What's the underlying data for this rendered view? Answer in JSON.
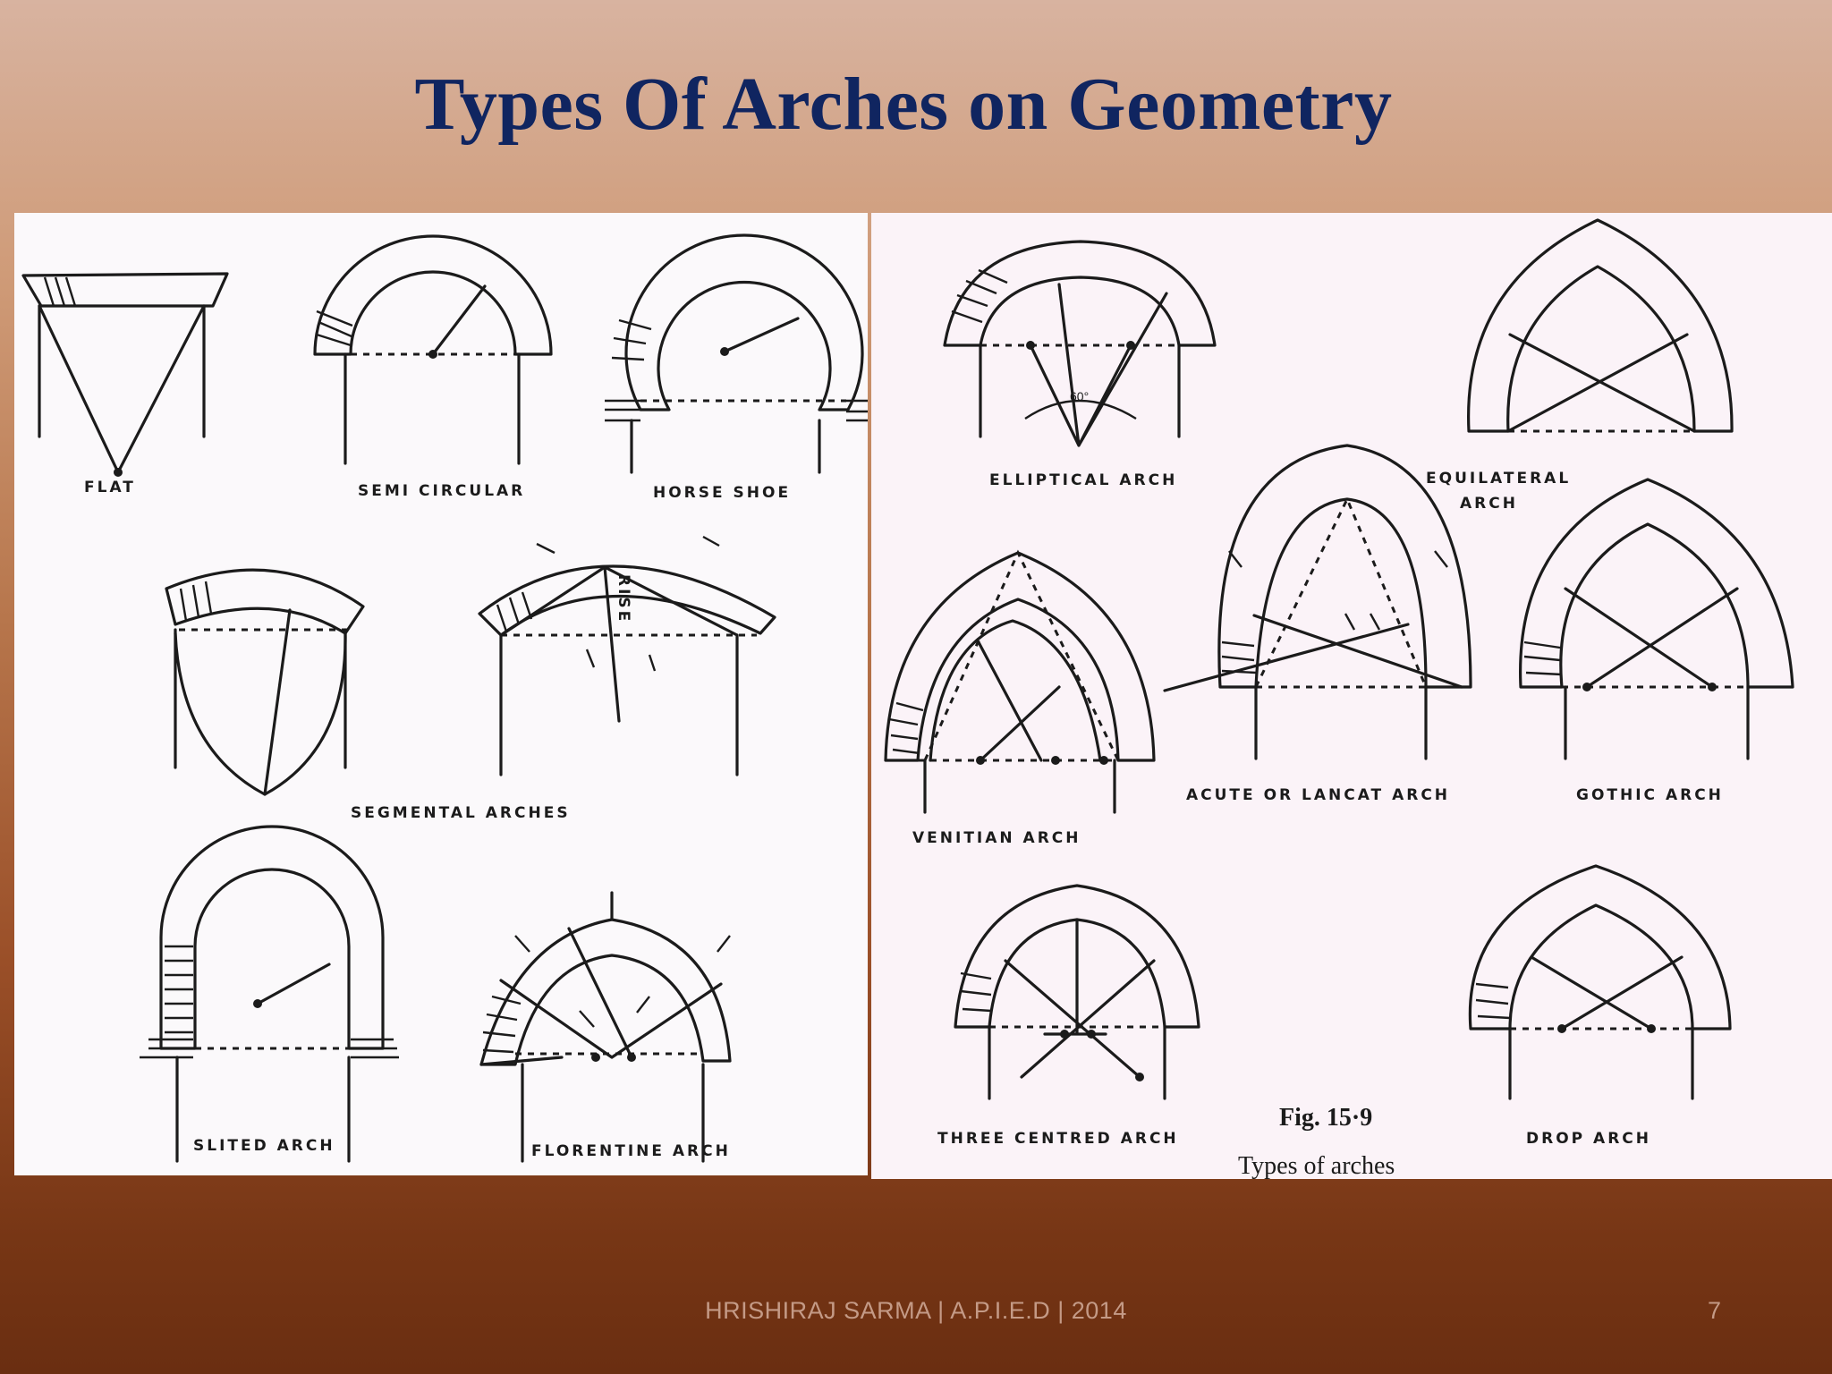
{
  "slide": {
    "title": "Types Of Arches on Geometry",
    "footer": "HRISHIRAJ SARMA | A.P.I.E.D | 2014",
    "page_number": "7"
  },
  "left_figure": {
    "labels": {
      "flat": "FLAT",
      "semicircular": "SEMI CIRCULAR",
      "horseshoe": "HORSE SHOE",
      "segmental": "SEGMENTAL ARCHES",
      "rise": "RISE",
      "stilted": "SLITED ARCH",
      "florentine": "FLORENTINE ARCH"
    }
  },
  "right_figure": {
    "labels": {
      "elliptical": "ELLIPTICAL ARCH",
      "equilateral_1": "EQUILATERAL",
      "equilateral_2": "ARCH",
      "venetian": "VENITIAN ARCH",
      "acute": "ACUTE OR LANCAT ARCH",
      "gothic": "GOTHIC ARCH",
      "three_centred": "THREE CENTRED ARCH",
      "drop": "DROP ARCH",
      "angle": "60°",
      "fig_number": "Fig. 15·9",
      "fig_caption": "Types of arches"
    }
  },
  "colors": {
    "title": "#102560",
    "footer_text": "#c49a86",
    "drawing_ink": "#1b1b1b"
  }
}
